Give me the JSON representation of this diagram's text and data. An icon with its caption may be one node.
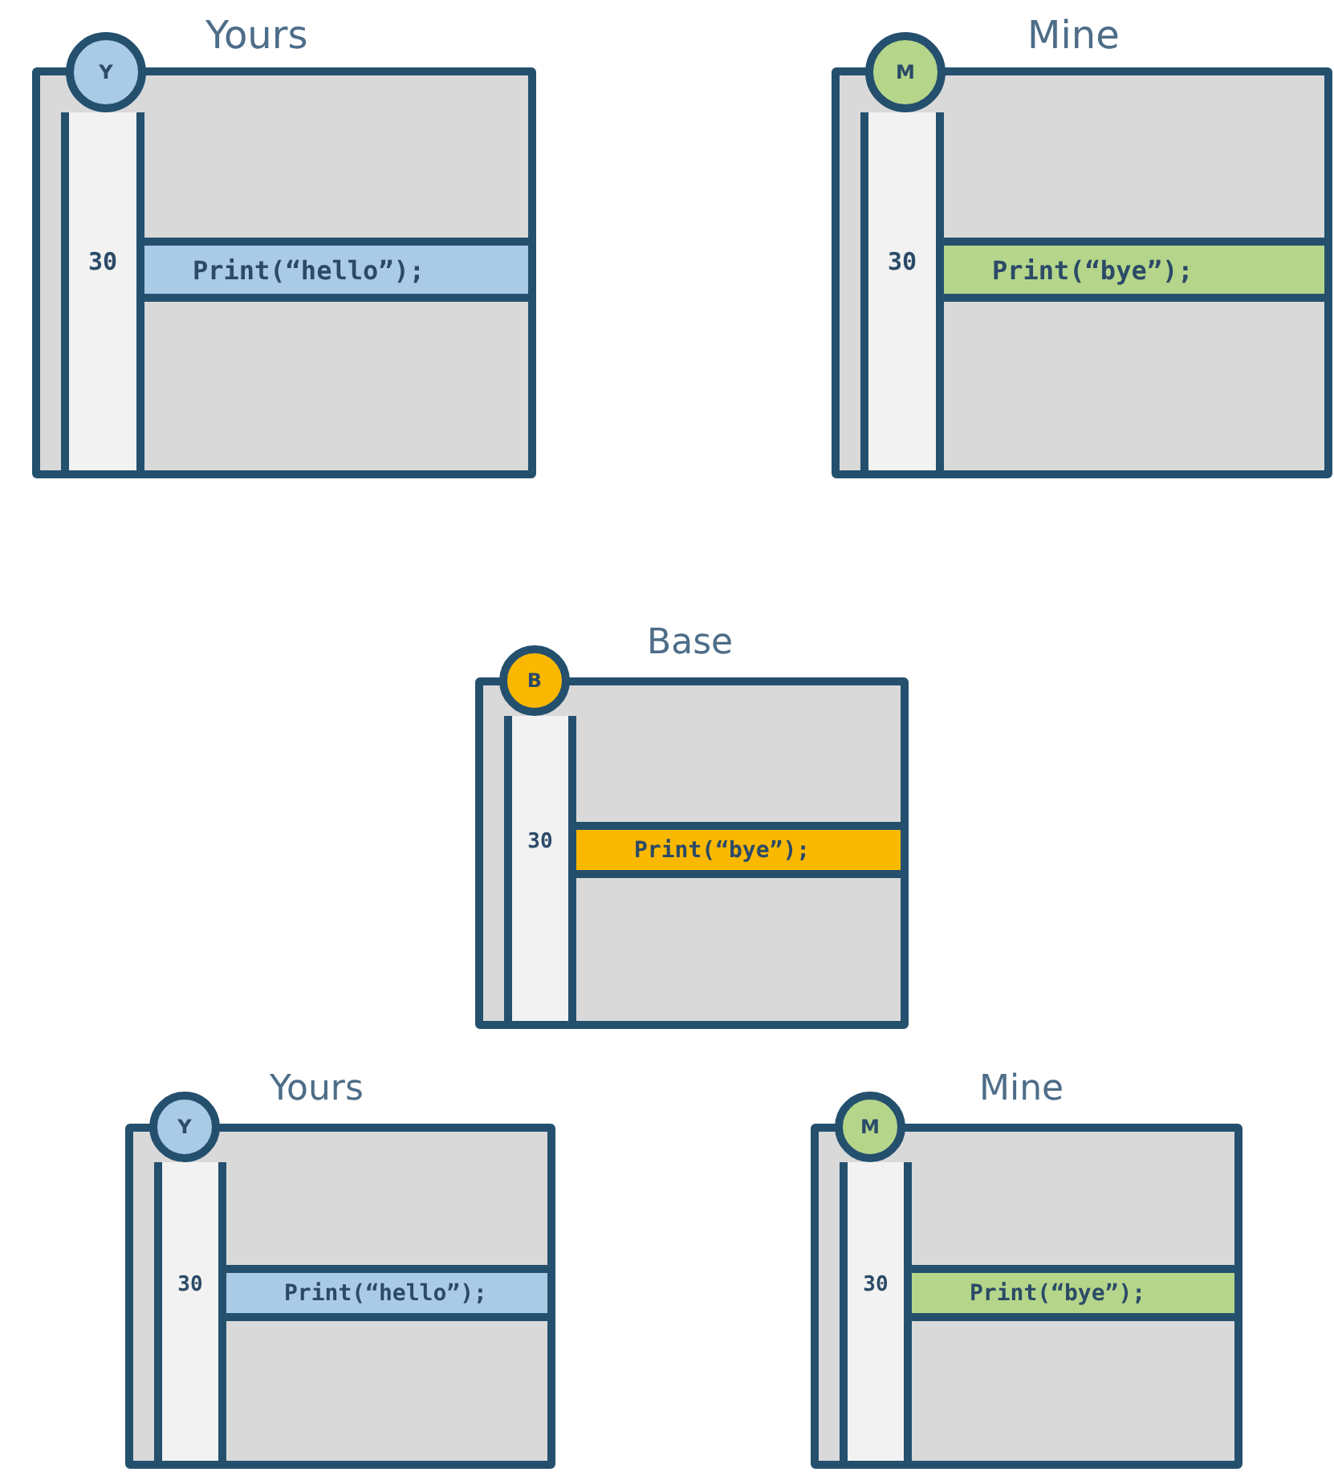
{
  "diagram": {
    "nodes": [
      {
        "text": [
          "Yours"
        ]
      },
      {
        "text": [
          "Y"
        ],
        "in": 0
      },
      {
        "text": [
          "30"
        ],
        "in": 0
      },
      {
        "text": [
          "Print(“hello”);"
        ],
        "in": 0
      },
      {
        "text": [
          "Mine"
        ]
      },
      {
        "text": [
          "M"
        ],
        "in": 4
      },
      {
        "text": [
          "30"
        ],
        "in": 4
      },
      {
        "text": [
          "Print(“bye”);"
        ],
        "in": 4
      },
      {
        "text": [
          "Base"
        ]
      },
      {
        "text": [
          "B"
        ],
        "in": 8
      },
      {
        "text": [
          "30"
        ],
        "in": 8
      },
      {
        "text": [
          "Print(“bye”);"
        ],
        "in": 8
      },
      {
        "text": [
          "Yours"
        ]
      },
      {
        "text": [
          "Y"
        ],
        "in": 12
      },
      {
        "text": [
          "30"
        ],
        "in": 12
      },
      {
        "text": [
          "Print(“hello”);"
        ],
        "in": 12
      },
      {
        "text": [
          "Mine"
        ]
      },
      {
        "text": [
          "M"
        ],
        "in": 16
      },
      {
        "text": [
          "30"
        ],
        "in": 16
      },
      {
        "text": [
          "Print(“bye”);"
        ],
        "in": 16
      }
    ]
  }
}
